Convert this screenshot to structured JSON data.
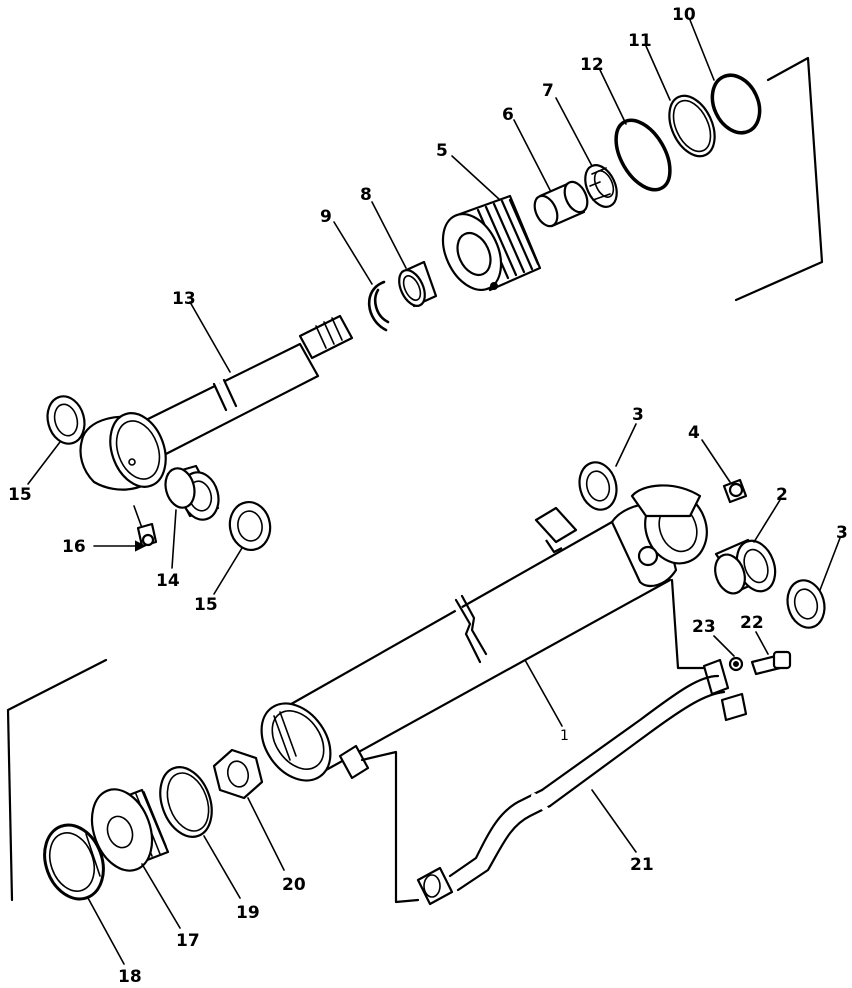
{
  "callouts": [
    {
      "id": "c1",
      "label": "1"
    },
    {
      "id": "c2",
      "label": "2"
    },
    {
      "id": "c3a",
      "label": "3"
    },
    {
      "id": "c3b",
      "label": "3"
    },
    {
      "id": "c4",
      "label": "4"
    },
    {
      "id": "c5",
      "label": "5"
    },
    {
      "id": "c6",
      "label": "6"
    },
    {
      "id": "c7",
      "label": "7"
    },
    {
      "id": "c8",
      "label": "8"
    },
    {
      "id": "c9",
      "label": "9"
    },
    {
      "id": "c10",
      "label": "10"
    },
    {
      "id": "c11",
      "label": "11"
    },
    {
      "id": "c12",
      "label": "12"
    },
    {
      "id": "c13",
      "label": "13"
    },
    {
      "id": "c14",
      "label": "14"
    },
    {
      "id": "c15a",
      "label": "15"
    },
    {
      "id": "c15b",
      "label": "15"
    },
    {
      "id": "c16",
      "label": "16"
    },
    {
      "id": "c17",
      "label": "17"
    },
    {
      "id": "c18",
      "label": "18"
    },
    {
      "id": "c19",
      "label": "19"
    },
    {
      "id": "c20",
      "label": "20"
    },
    {
      "id": "c21",
      "label": "21"
    },
    {
      "id": "c22",
      "label": "22"
    },
    {
      "id": "c23",
      "label": "23"
    }
  ]
}
